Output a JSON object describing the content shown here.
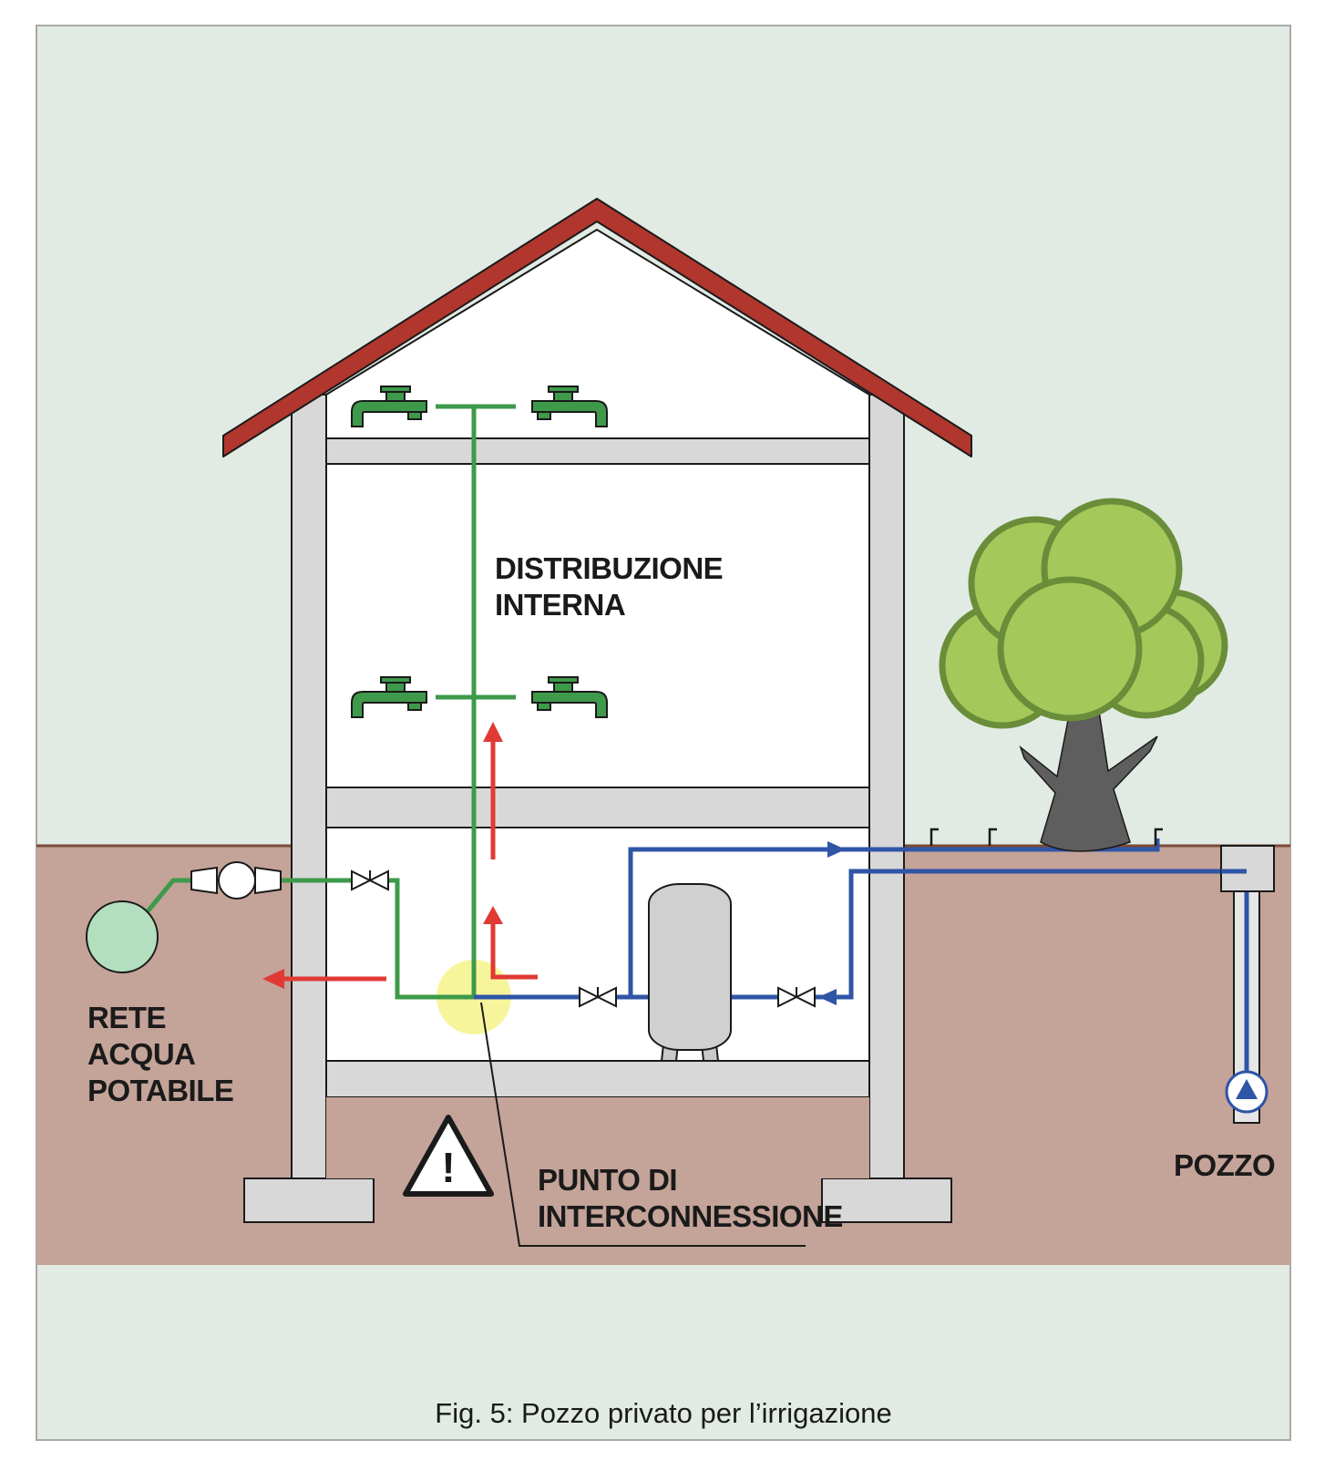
{
  "labels": {
    "distribuzione_line1": "DISTRIBUZIONE",
    "distribuzione_line2": "INTERNA",
    "rete_line1": "RETE",
    "rete_line2": "ACQUA",
    "rete_line3": "POTABILE",
    "punto_line1": "PUNTO DI",
    "punto_line2": "INTERCONNESSIONE",
    "pozzo": "POZZO",
    "warning_mark": "!"
  },
  "caption": "Fig. 5: Pozzo privato per l’irrigazione",
  "colors": {
    "background": "#e1ebe3",
    "soil": "#c4a398",
    "ground_line": "#7a4a38",
    "roof": "#b0362e",
    "structure": "#d8d8d8",
    "potable_pipe": "#3e9a4a",
    "well_pipe": "#2f55a6",
    "flow_arrow": "#e03a35",
    "highlight": "#f6f38a",
    "tree_leaves": "#a4c95a",
    "tree_trunk": "#5e5e5e"
  }
}
